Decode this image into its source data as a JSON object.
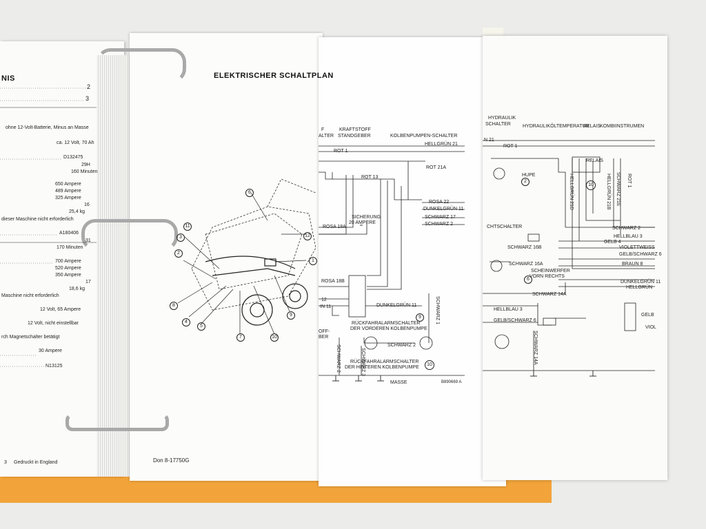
{
  "binder": {
    "color": "#f2a43a"
  },
  "left_page": {
    "header": "NIS",
    "page_refs": [
      "2",
      "3"
    ],
    "lines": [
      "ohne 12-Volt-Batterie, Minus an Masse",
      "ca. 12 Volt, 70 Ah",
      "D132475",
      "29H",
      "160 Minuten",
      "650 Ampere",
      "489 Ampere",
      "325 Ampere",
      "16",
      "25,4 kg",
      "dieser Maschine nicht erforderlich",
      "A180406",
      "31",
      "170 Minuten",
      "700 Ampere",
      "520 Ampere",
      "350 Ampere",
      "17",
      "18,6 kg",
      "Maschine nicht erforderlich",
      "12 Volt, 65 Ampere",
      "12 Volt, nicht einstellbar",
      "rch Magnetschalter betätigt",
      "30 Ampere",
      "N13125"
    ],
    "footer_num": "3",
    "footer_text": "Gedruckt in England"
  },
  "center_page": {
    "title": "ELEKTRISCHER SCHALTPLAN",
    "callouts": [
      "1",
      "2",
      "3",
      "4",
      "5",
      "6",
      "7",
      "8",
      "9",
      "10",
      "11",
      "12"
    ],
    "footer": "Don 8-17750G"
  },
  "mid_page": {
    "headers": [
      "KRAFTSTOFF",
      "STANDGEBER",
      "KOLBENPUMPEN-SCHALTER"
    ],
    "frag_headers": [
      "F",
      "ALTER"
    ],
    "wires": [
      "HELLGRÜN 21",
      "ROT 1",
      "ROT 21A",
      "ROT 13",
      "ROSA 22",
      "DUNKELGRÜN 11",
      "SCHWARZ 17",
      "SCHWARZ 2",
      "ROSA 18A",
      "ROSA 18B",
      "12",
      "IN 11",
      "DUNKELGRÜN 11",
      "SCHWARZ 1",
      "SCHWARZ 2",
      "SCHWARZ 3",
      "SCHWARZ 2"
    ],
    "fuse": [
      "SICHERUNG",
      "20 AMPERE"
    ],
    "labels": [
      "RÜCKFAHRALARMSCHALTER",
      "DER VORDEREN KOLBENPUMPE",
      "RÜCKFAHRALARMSCHALTER",
      "DER HINTEREN KOLBENPUMPE",
      "OFF-",
      "BER"
    ],
    "callouts": [
      "9",
      "10"
    ],
    "ground": "MASSE",
    "code": "B890669 A"
  },
  "right_page": {
    "headers": [
      "HYDRAULIK",
      "SCHALTER",
      "HYDRAULIKÖLTEMPERATUR",
      "RELAIS",
      "KOMBIINSTRUMEN"
    ],
    "wires": [
      "N 21",
      "ROT 1",
      "HUPE",
      "HELLGRÜN 21D",
      "HELLGRÜN 21B",
      "SCHWARZ 21E",
      "ROT 1",
      "RELAIS",
      "SCHWARZ 2",
      "HELLBLAU 3",
      "GELB 4",
      "VIOLETTWEISS",
      "GELB/SCHWARZ 6",
      "BRAUN 8",
      "DUNKELGRÜN 11",
      "HELLGRÜN",
      "CHTSCHALTER",
      "SCHWARZ 16B",
      "SCHWARZ 16A",
      "SCHEINWERFER",
      "VORN RECHTS",
      "SCHWARZ 14A",
      "HELLBLAU 3",
      "GELB/SCHWARZ 6",
      "SCHWARZ 14A",
      "GELB",
      "VIOL"
    ],
    "callouts": [
      "2",
      "6",
      "10"
    ]
  }
}
